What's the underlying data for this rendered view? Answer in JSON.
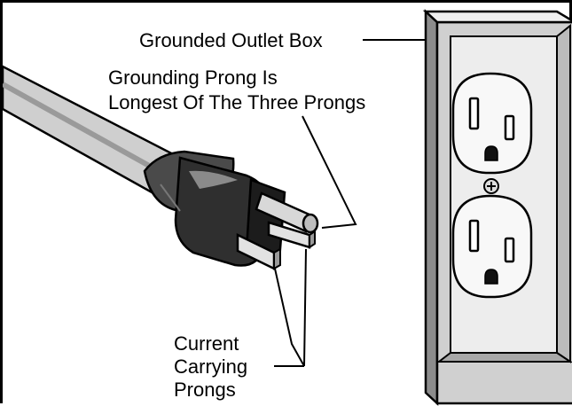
{
  "labels": {
    "outlet_box": "Grounded Outlet Box",
    "grounding_line1": "Grounding Prong Is",
    "grounding_line2": "Longest Of The Three Prongs",
    "current_line1": "Current",
    "current_line2": "Carrying",
    "current_line3": "Prongs"
  },
  "colors": {
    "line": "#000000",
    "cord": "#c8c8c8",
    "plug_dark": "#3a3a3a",
    "plate": "#e8e8e8",
    "plate_edge": "#a0a0a0"
  }
}
